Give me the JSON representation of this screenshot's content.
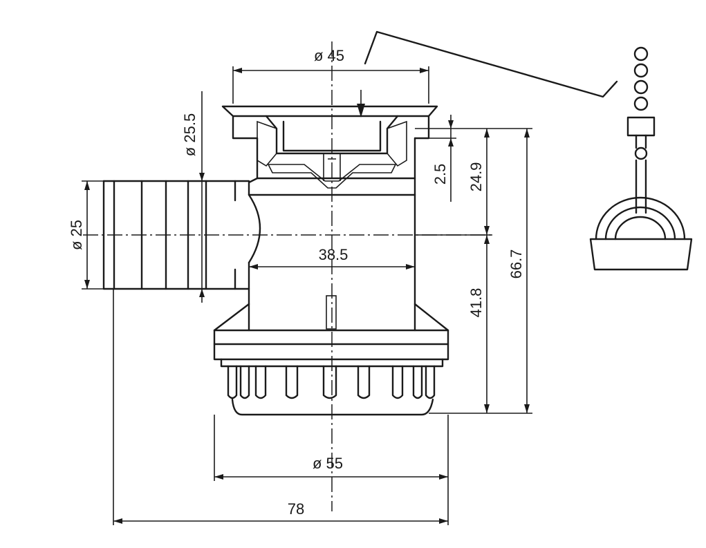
{
  "dimensions": {
    "top_diameter": "ø 45",
    "overflow_diameter_vertical": "ø 25.5",
    "hose_diameter": "ø 25",
    "body_width": "38.5",
    "base_diameter": "ø 55",
    "overall_width": "78",
    "seal_offset": "2.5",
    "upper_height": "24.9",
    "lower_height": "41.8",
    "total_height": "66.7"
  }
}
